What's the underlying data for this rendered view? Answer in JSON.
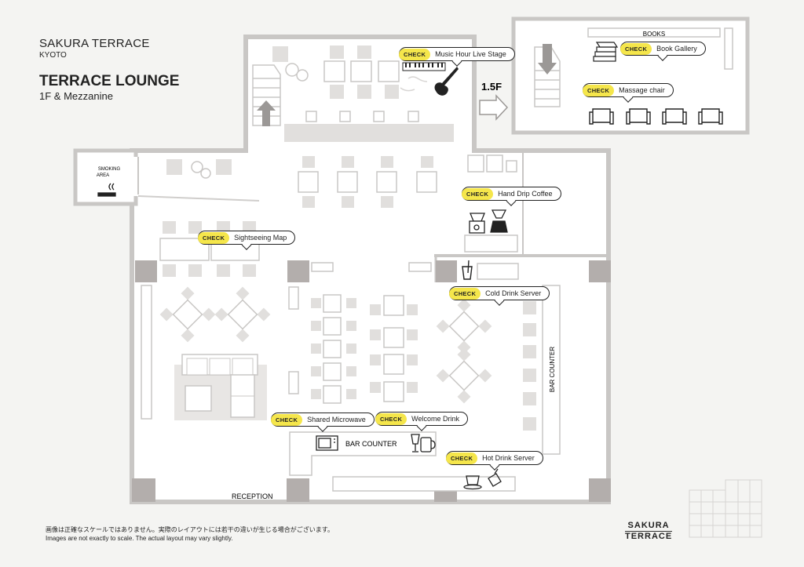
{
  "header": {
    "brand": "SAKURA TERRACE",
    "city": "KYOTO",
    "title": "TERRACE LOUNGE",
    "floors": "1F & Mezzanine"
  },
  "badge_text": "CHECK",
  "callouts": {
    "music": "Music Hour Live Stage",
    "book_gallery": "Book Gallery",
    "massage": "Massage chair",
    "coffee": "Hand Drip Coffee",
    "sightseeing": "Sightseeing Map",
    "cold_drink": "Cold Drink Server",
    "microwave": "Shared Microwave",
    "welcome": "Welcome Drink",
    "hot_drink": "Hot Drink Server"
  },
  "labels": {
    "books": "BOOKS",
    "floor_15": "1.5F",
    "smoking_line1": "SMOKING",
    "smoking_line2": "AREA",
    "bar_counter_front": "BAR COUNTER",
    "bar_counter_side": "BAR COUNTER",
    "reception": "RECEPTION"
  },
  "footer": {
    "note_ja": "画像は正確なスケールではありません。実際のレイアウトには若干の違いが生じる場合がございます。",
    "note_en": "Images are not exactly to scale. The actual layout may vary slightly.",
    "brand_line1": "SAKURA",
    "brand_line2": "TERRACE"
  },
  "colors": {
    "wall": "#c9c7c5",
    "pillar": "#b3aeac",
    "furniture": "#d7d5d3",
    "badge": "#f5e64b",
    "background": "#f4f4f2"
  }
}
